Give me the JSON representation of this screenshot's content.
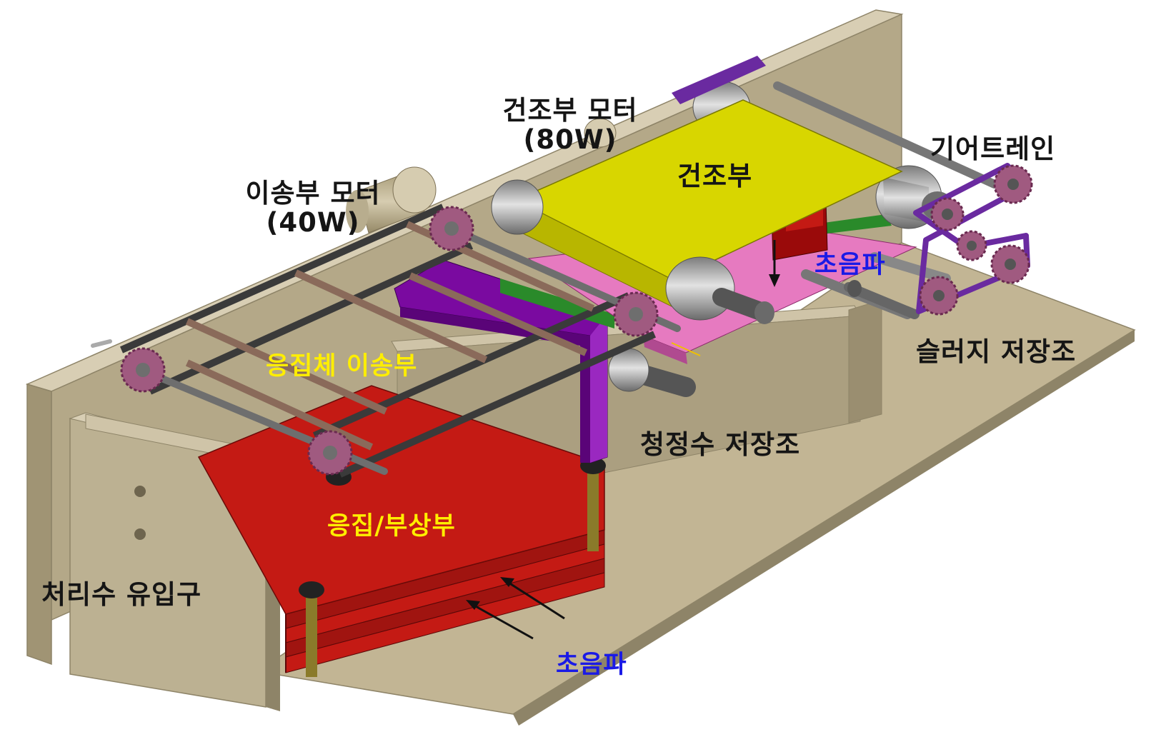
{
  "labels": {
    "dryer_motor": "건조부 모터",
    "dryer_motor_power": "(80W)",
    "transfer_motor": "이송부 모터",
    "transfer_motor_power": "(40W)",
    "dryer": "건조부",
    "gear_train": "기어트레인",
    "ultrasonic_top": "초음파",
    "sludge_tank": "슬러지 저장조",
    "floc_transfer": "응집체 이송부",
    "clean_water_tank": "청정수 저장조",
    "coag_flotation": "응집/부상부",
    "treated_water_inlet": "처리수 유입구",
    "ultrasonic_bottom": "초음파"
  },
  "colors": {
    "wood": "#b4a888",
    "wood_dark": "#8e8468",
    "red": "#c41a14",
    "yellow_belt": "#d8d600",
    "purple": "#7a0aa0",
    "pink": "#e67ac0",
    "green": "#2a8a2a",
    "label_dark": "#151515",
    "label_yellow": "#ffee00",
    "label_blue": "#1a1ae6"
  }
}
